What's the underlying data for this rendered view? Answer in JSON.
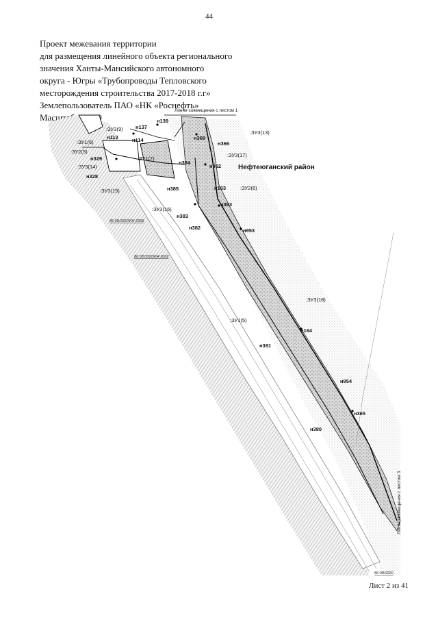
{
  "page_number": "44",
  "title_lines": [
    "Проект межевания территории",
    "для размещения линейного объекта регионального",
    "значения Ханты-Мансийского автономного",
    "округа - Югры «Трубопроводы Тепловского",
    "месторождения строительства 2017-2018 г.г»",
    "Землепользователь ПАО «НК «Роснефть»",
    "Масштаб 1:2000"
  ],
  "map": {
    "region_name": "Нефтеюганский район",
    "match_line_top": "Линия совмещения с листом 1",
    "match_line_right": "Линия совмещения с листом 3",
    "cadastral": [
      "86:08:0020904:2999",
      "86:08:0020904:3002",
      "86:08:0020"
    ],
    "plot_labels": [
      ":ЗУ3(9)",
      ":ЗУ1(6)",
      ":ЗУ2(5)",
      ":ЗУ3(14)",
      ":ЗУ3(15)",
      ":ЗУ1(7)",
      ":ЗУ3(16)",
      ":ЗУ3(13)",
      ":ЗУ3(17)",
      ":ЗУ2(6)",
      ":ЗУ3(18)",
      ":ЗУ1(5)"
    ],
    "point_labels": [
      "н137",
      "н139",
      "н113",
      "н114",
      "н329",
      "н328",
      "н369",
      "н366",
      "н384",
      "н952",
      "н385",
      "н163",
      "н363",
      "н383",
      "н382",
      "н953",
      "н164",
      "н381",
      "н954",
      "н365",
      "н380"
    ]
  },
  "footer": "Лист 2 из 41"
}
